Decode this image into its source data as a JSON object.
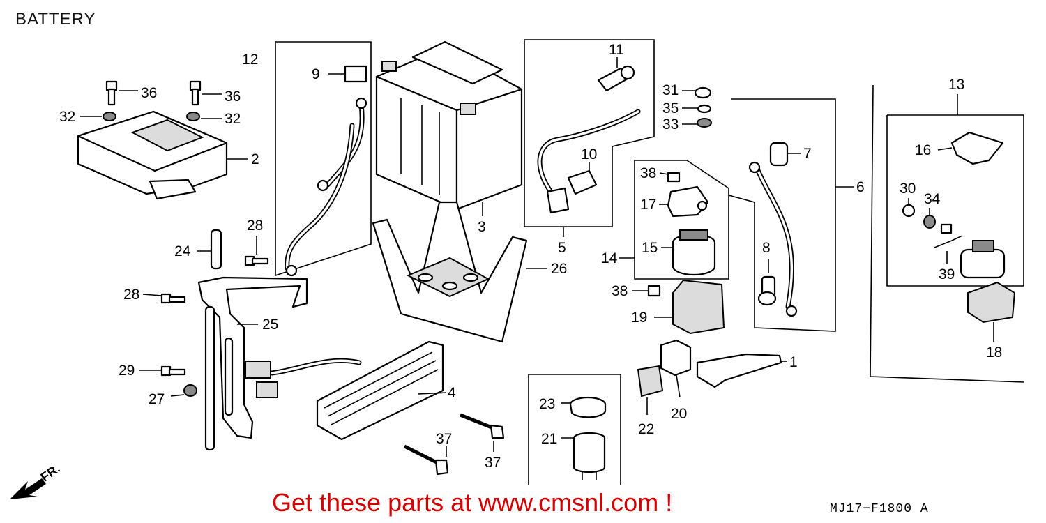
{
  "header": {
    "title": "BATTERY"
  },
  "footer": {
    "promo": "Get these parts at www.cmsnl.com !",
    "drawing_code": "MJ17−F1800 A"
  },
  "direction_indicator": {
    "label": "FR."
  },
  "callouts": [
    "1",
    "2",
    "3",
    "4",
    "5",
    "6",
    "7",
    "8",
    "9",
    "10",
    "11",
    "12",
    "13",
    "14",
    "15",
    "16",
    "17",
    "18",
    "19",
    "20",
    "21",
    "22",
    "23",
    "24",
    "25",
    "26",
    "27",
    "28",
    "29",
    "30",
    "31",
    "32",
    "33",
    "34",
    "35",
    "36",
    "37",
    "38",
    "39"
  ],
  "colors": {
    "promo_text": "#d40000",
    "line_art": "#000000"
  }
}
